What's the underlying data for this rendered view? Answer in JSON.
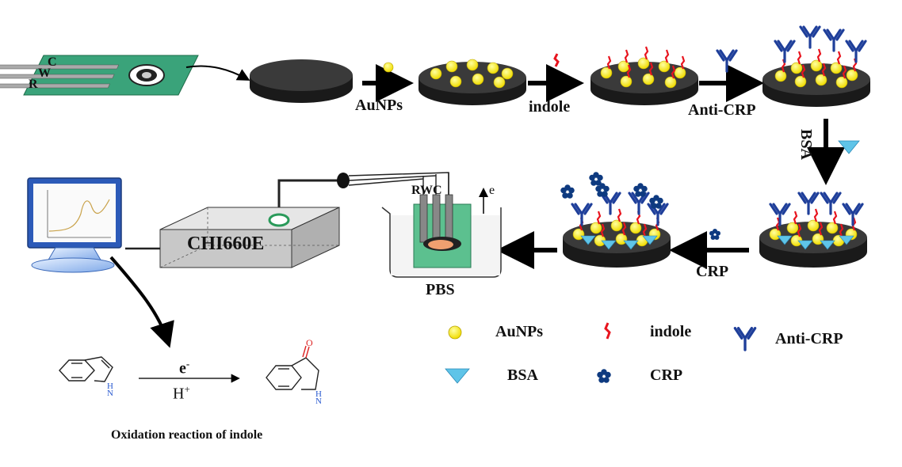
{
  "electrode_labels": {
    "c": "C",
    "w": "W",
    "r": "R"
  },
  "step_labels": {
    "aunps": "AuNPs",
    "indole": "indole",
    "anti_crp": "Anti-CRP",
    "bsa": "BSA",
    "crp": "CRP",
    "pbs": "PBS",
    "rwc": "RWC",
    "e_arrow": "e",
    "instrument": "CHI660E"
  },
  "legend": {
    "aunps": "AuNPs",
    "indole": "indole",
    "anti_crp": "Anti-CRP",
    "bsa": "BSA",
    "crp": "CRP"
  },
  "reaction": {
    "electron": "e",
    "electron_sup": "-",
    "proton": "H",
    "proton_sup": "+",
    "nh_label": "H\nN",
    "oxygen": "O",
    "caption": "Oxidation reaction of indole"
  },
  "colors": {
    "electrode_green": "#3aa37a",
    "disk_dark": "#2b2b2b",
    "aunp_yellow": "#ffee00",
    "indole_red": "#e8141e",
    "antibody_blue": "#1f3f9a",
    "bsa_cyan": "#5fc4e8",
    "crp_navy": "#0e3a80",
    "instrument_gray": "#c8c8c8",
    "beaker_green": "#5cc08f"
  }
}
